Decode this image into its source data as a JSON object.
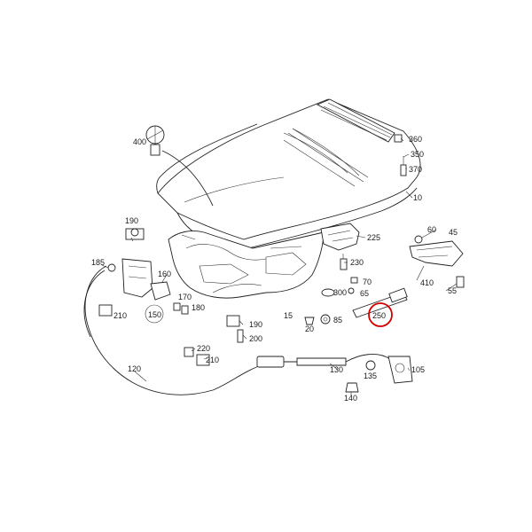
{
  "callouts": {
    "c400": "400",
    "c360": "360",
    "c350": "350",
    "c370": "370",
    "c10": "10",
    "c190a": "190",
    "c225": "225",
    "c60": "60",
    "c45": "45",
    "c185": "185",
    "c230": "230",
    "c410": "410",
    "c55": "55",
    "c160": "160",
    "c170": "170",
    "c180": "180",
    "c210a": "210",
    "c150": "150",
    "c300": "300",
    "c70": "70",
    "c65": "65",
    "c250": "250",
    "c15": "15",
    "c20": "20",
    "c85": "85",
    "c190b": "190",
    "c200": "200",
    "c220": "220",
    "c210b": "210",
    "c120": "120",
    "c130": "130",
    "c135": "135",
    "c105": "105",
    "c140": "140"
  },
  "highlight": {
    "part": "250",
    "color": "#d40000"
  }
}
